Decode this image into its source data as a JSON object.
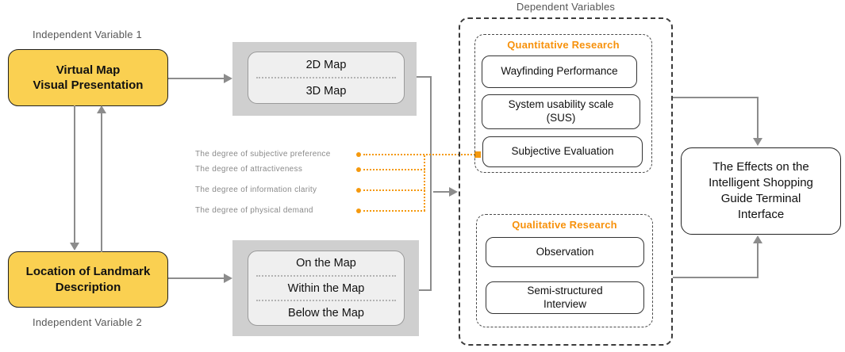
{
  "colors": {
    "independent_box_fill": "#FAD051",
    "orange_accent": "#F5990D",
    "panel_fill": "#CFCFCF",
    "inner_fill": "#EFEFEF",
    "connector_gray": "#8C8C8C",
    "label_gray": "#565656"
  },
  "independent_1": {
    "label": "Independent Variable 1",
    "title": "Virtual Map\nVisual Presentation"
  },
  "independent_2": {
    "label": "Independent Variable 2",
    "title": "Location of Landmark\nDescription"
  },
  "map_presentation_options": {
    "items": [
      "2D Map",
      "3D Map"
    ]
  },
  "landmark_location_options": {
    "items": [
      "On the Map",
      "Within the Map",
      "Below the Map"
    ]
  },
  "subjective_measures": {
    "items": [
      "The degree of subjective preference",
      "The degree of attractiveness",
      "The degree of information clarity",
      "The degree of physical demand"
    ]
  },
  "dependent": {
    "title": "Dependent Variables",
    "quantitative": {
      "title": "Quantitative Research",
      "items": [
        "Wayfinding Performance",
        "System usability scale\n(SUS)",
        "Subjective Evaluation"
      ]
    },
    "qualitative": {
      "title": "Qualitative Research",
      "items": [
        "Observation",
        "Semi-structured\nInterview"
      ]
    }
  },
  "outcome": {
    "title": "The Effects on the\nIntelligent Shopping\nGuide Terminal\nInterface"
  }
}
